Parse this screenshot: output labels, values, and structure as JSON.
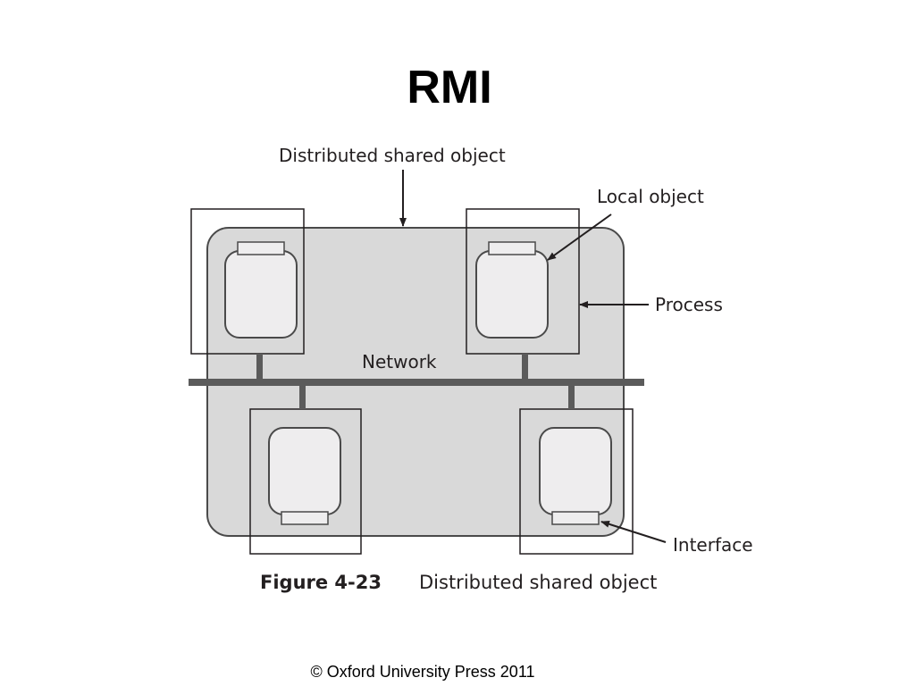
{
  "slide": {
    "title": "RMI",
    "footer": "© Oxford University Press 2011"
  },
  "diagram": {
    "labels": {
      "distributed_shared_object": "Distributed shared object",
      "local_object": "Local object",
      "process": "Process",
      "network": "Network",
      "interface": "Interface"
    },
    "caption": {
      "number": "Figure 4-23",
      "text": "Distributed shared object"
    }
  }
}
